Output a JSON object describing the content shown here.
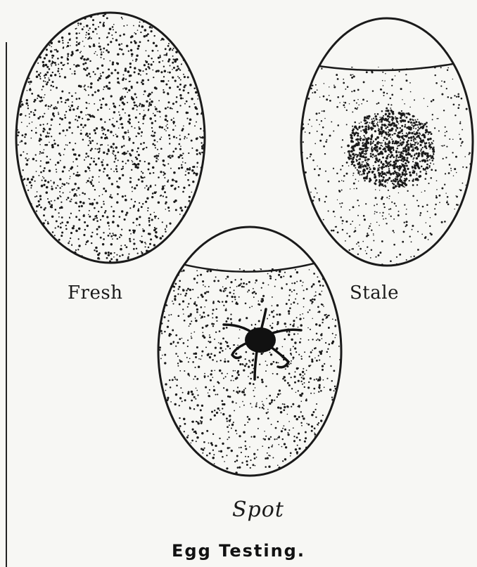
{
  "eggs": [
    {
      "id": "fresh",
      "label": "Fresh",
      "air_cell": "none",
      "interior": "uniform"
    },
    {
      "id": "stale",
      "label": "Stale",
      "air_cell": "large",
      "interior": "dark diffuse cloud"
    },
    {
      "id": "spot",
      "label": "Spot",
      "air_cell": "medium",
      "interior": "dark spot with radiating veins"
    }
  ],
  "caption": "Egg Testing.",
  "colors": {
    "ink": "#1a1a1a",
    "paper": "#f7f7f4"
  }
}
